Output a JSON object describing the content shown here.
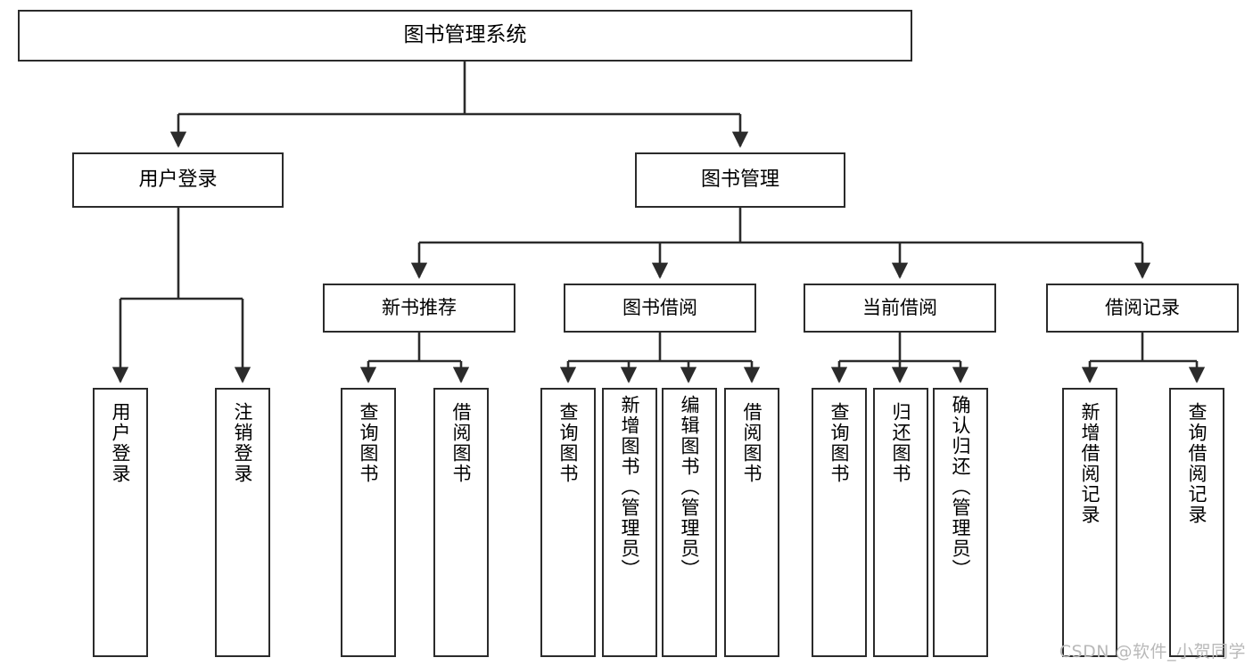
{
  "diagram": {
    "title": "图书管理系统",
    "type": "hierarchy-tree",
    "background_color": "#ffffff",
    "box_border_color": "#2b2b2b",
    "text_color": "#000000",
    "watermark": "CSDN @软件_小贺同学",
    "watermark_color": "#b9b9b9"
  },
  "nodes": {
    "root": {
      "label": "图书管理系统",
      "level": 1
    },
    "level2": [
      {
        "id": "user-login",
        "label": "用户登录"
      },
      {
        "id": "book-manage",
        "label": "图书管理"
      }
    ],
    "level3": [
      {
        "id": "new-book-recommend",
        "label": "新书推荐",
        "parent": "book-manage"
      },
      {
        "id": "book-borrow",
        "label": "图书借阅",
        "parent": "book-manage"
      },
      {
        "id": "current-borrow",
        "label": "当前借阅",
        "parent": "book-manage"
      },
      {
        "id": "borrow-record",
        "label": "借阅记录",
        "parent": "book-manage"
      }
    ],
    "leaves": [
      {
        "id": "leaf-user-login",
        "label": "用户登录",
        "parent": "user-login"
      },
      {
        "id": "leaf-user-logout",
        "label": "注销登录",
        "parent": "user-login"
      },
      {
        "id": "leaf-query-book-1",
        "label": "查询图书",
        "parent": "new-book-recommend"
      },
      {
        "id": "leaf-borrow-book-1",
        "label": "借阅图书",
        "parent": "new-book-recommend"
      },
      {
        "id": "leaf-query-book-2",
        "label": "查询图书",
        "parent": "book-borrow"
      },
      {
        "id": "leaf-add-book",
        "label": "新增图书（管理员）",
        "parent": "book-borrow"
      },
      {
        "id": "leaf-edit-book",
        "label": "编辑图书（管理员）",
        "parent": "book-borrow"
      },
      {
        "id": "leaf-borrow-book-2",
        "label": "借阅图书",
        "parent": "book-borrow"
      },
      {
        "id": "leaf-query-book-3",
        "label": "查询图书",
        "parent": "current-borrow"
      },
      {
        "id": "leaf-return-book",
        "label": "归还图书",
        "parent": "current-borrow"
      },
      {
        "id": "leaf-confirm-return",
        "label": "确认归还（管理员）",
        "parent": "current-borrow"
      },
      {
        "id": "leaf-add-record",
        "label": "新增借阅记录",
        "parent": "borrow-record"
      },
      {
        "id": "leaf-query-record",
        "label": "查询借阅记录",
        "parent": "borrow-record"
      }
    ]
  }
}
